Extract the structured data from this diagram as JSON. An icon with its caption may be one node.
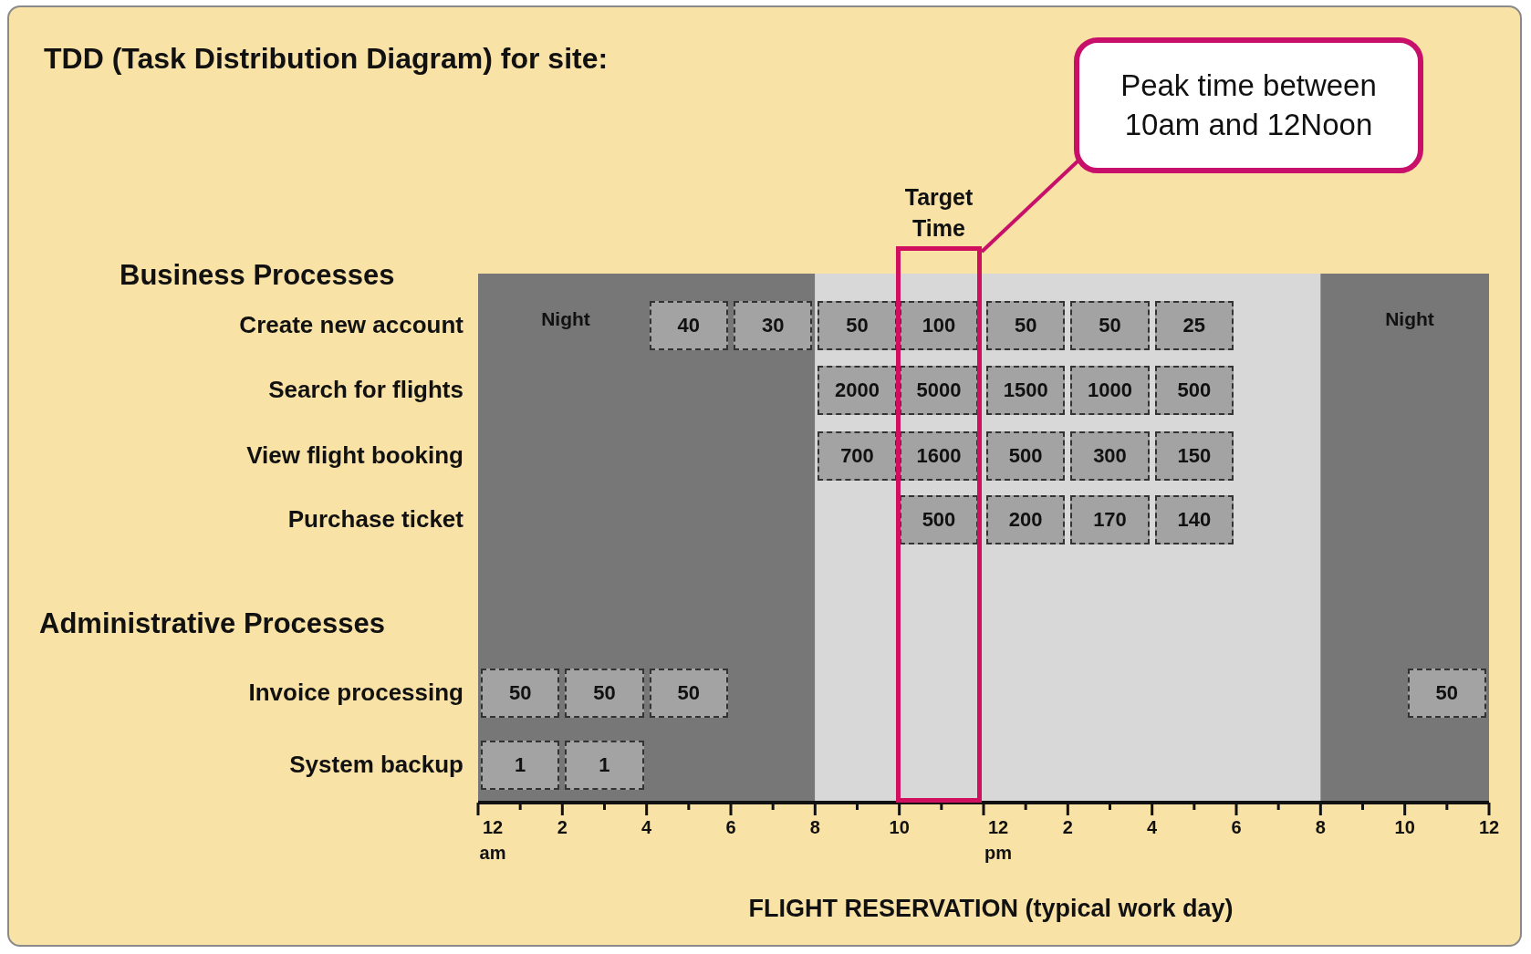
{
  "diagram": {
    "title": "TDD (Task Distribution Diagram) for site:",
    "nodes": [
      {
        "text": [
          "Peak time between 10am and 12Noon"
        ]
      },
      {
        "text": [
          "Target Time"
        ]
      },
      {
        "text": [
          "40"
        ]
      },
      {
        "text": [
          "30"
        ]
      },
      {
        "text": [
          "50"
        ]
      },
      {
        "text": [
          "100"
        ],
        "in": 1
      },
      {
        "text": [
          "50"
        ]
      },
      {
        "text": [
          "50"
        ]
      },
      {
        "text": [
          "25"
        ]
      },
      {
        "text": [
          "2000"
        ]
      },
      {
        "text": [
          "5000"
        ],
        "in": 1
      },
      {
        "text": [
          "1500"
        ]
      },
      {
        "text": [
          "1000"
        ]
      },
      {
        "text": [
          "500"
        ]
      },
      {
        "text": [
          "700"
        ]
      },
      {
        "text": [
          "1600"
        ],
        "in": 1
      },
      {
        "text": [
          "500"
        ]
      },
      {
        "text": [
          "300"
        ]
      },
      {
        "text": [
          "150"
        ]
      },
      {
        "text": [
          "500"
        ],
        "in": 1
      },
      {
        "text": [
          "200"
        ]
      },
      {
        "text": [
          "170"
        ]
      },
      {
        "text": [
          "140"
        ]
      },
      {
        "text": [
          "50"
        ]
      },
      {
        "text": [
          "50"
        ]
      },
      {
        "text": [
          "50"
        ]
      },
      {
        "text": [
          "50"
        ]
      },
      {
        "text": [
          "1"
        ]
      },
      {
        "text": [
          "1"
        ]
      }
    ],
    "edges": [
      {
        "from": 0,
        "to": 1,
        "arrow": "none"
      }
    ],
    "labels": [
      "Business Processes",
      "Create new account",
      "Night",
      "Night",
      "Search for flights",
      "View  flight booking",
      "Purchase ticket",
      "Administrative Processes",
      "Invoice processing",
      "System backup",
      "12 am",
      "2",
      "4",
      "6",
      "8",
      "10",
      "12 pm",
      "2",
      "4",
      "6",
      "8",
      "10",
      "12",
      "FLIGHT RESERVATION (typical work day)"
    ]
  }
}
